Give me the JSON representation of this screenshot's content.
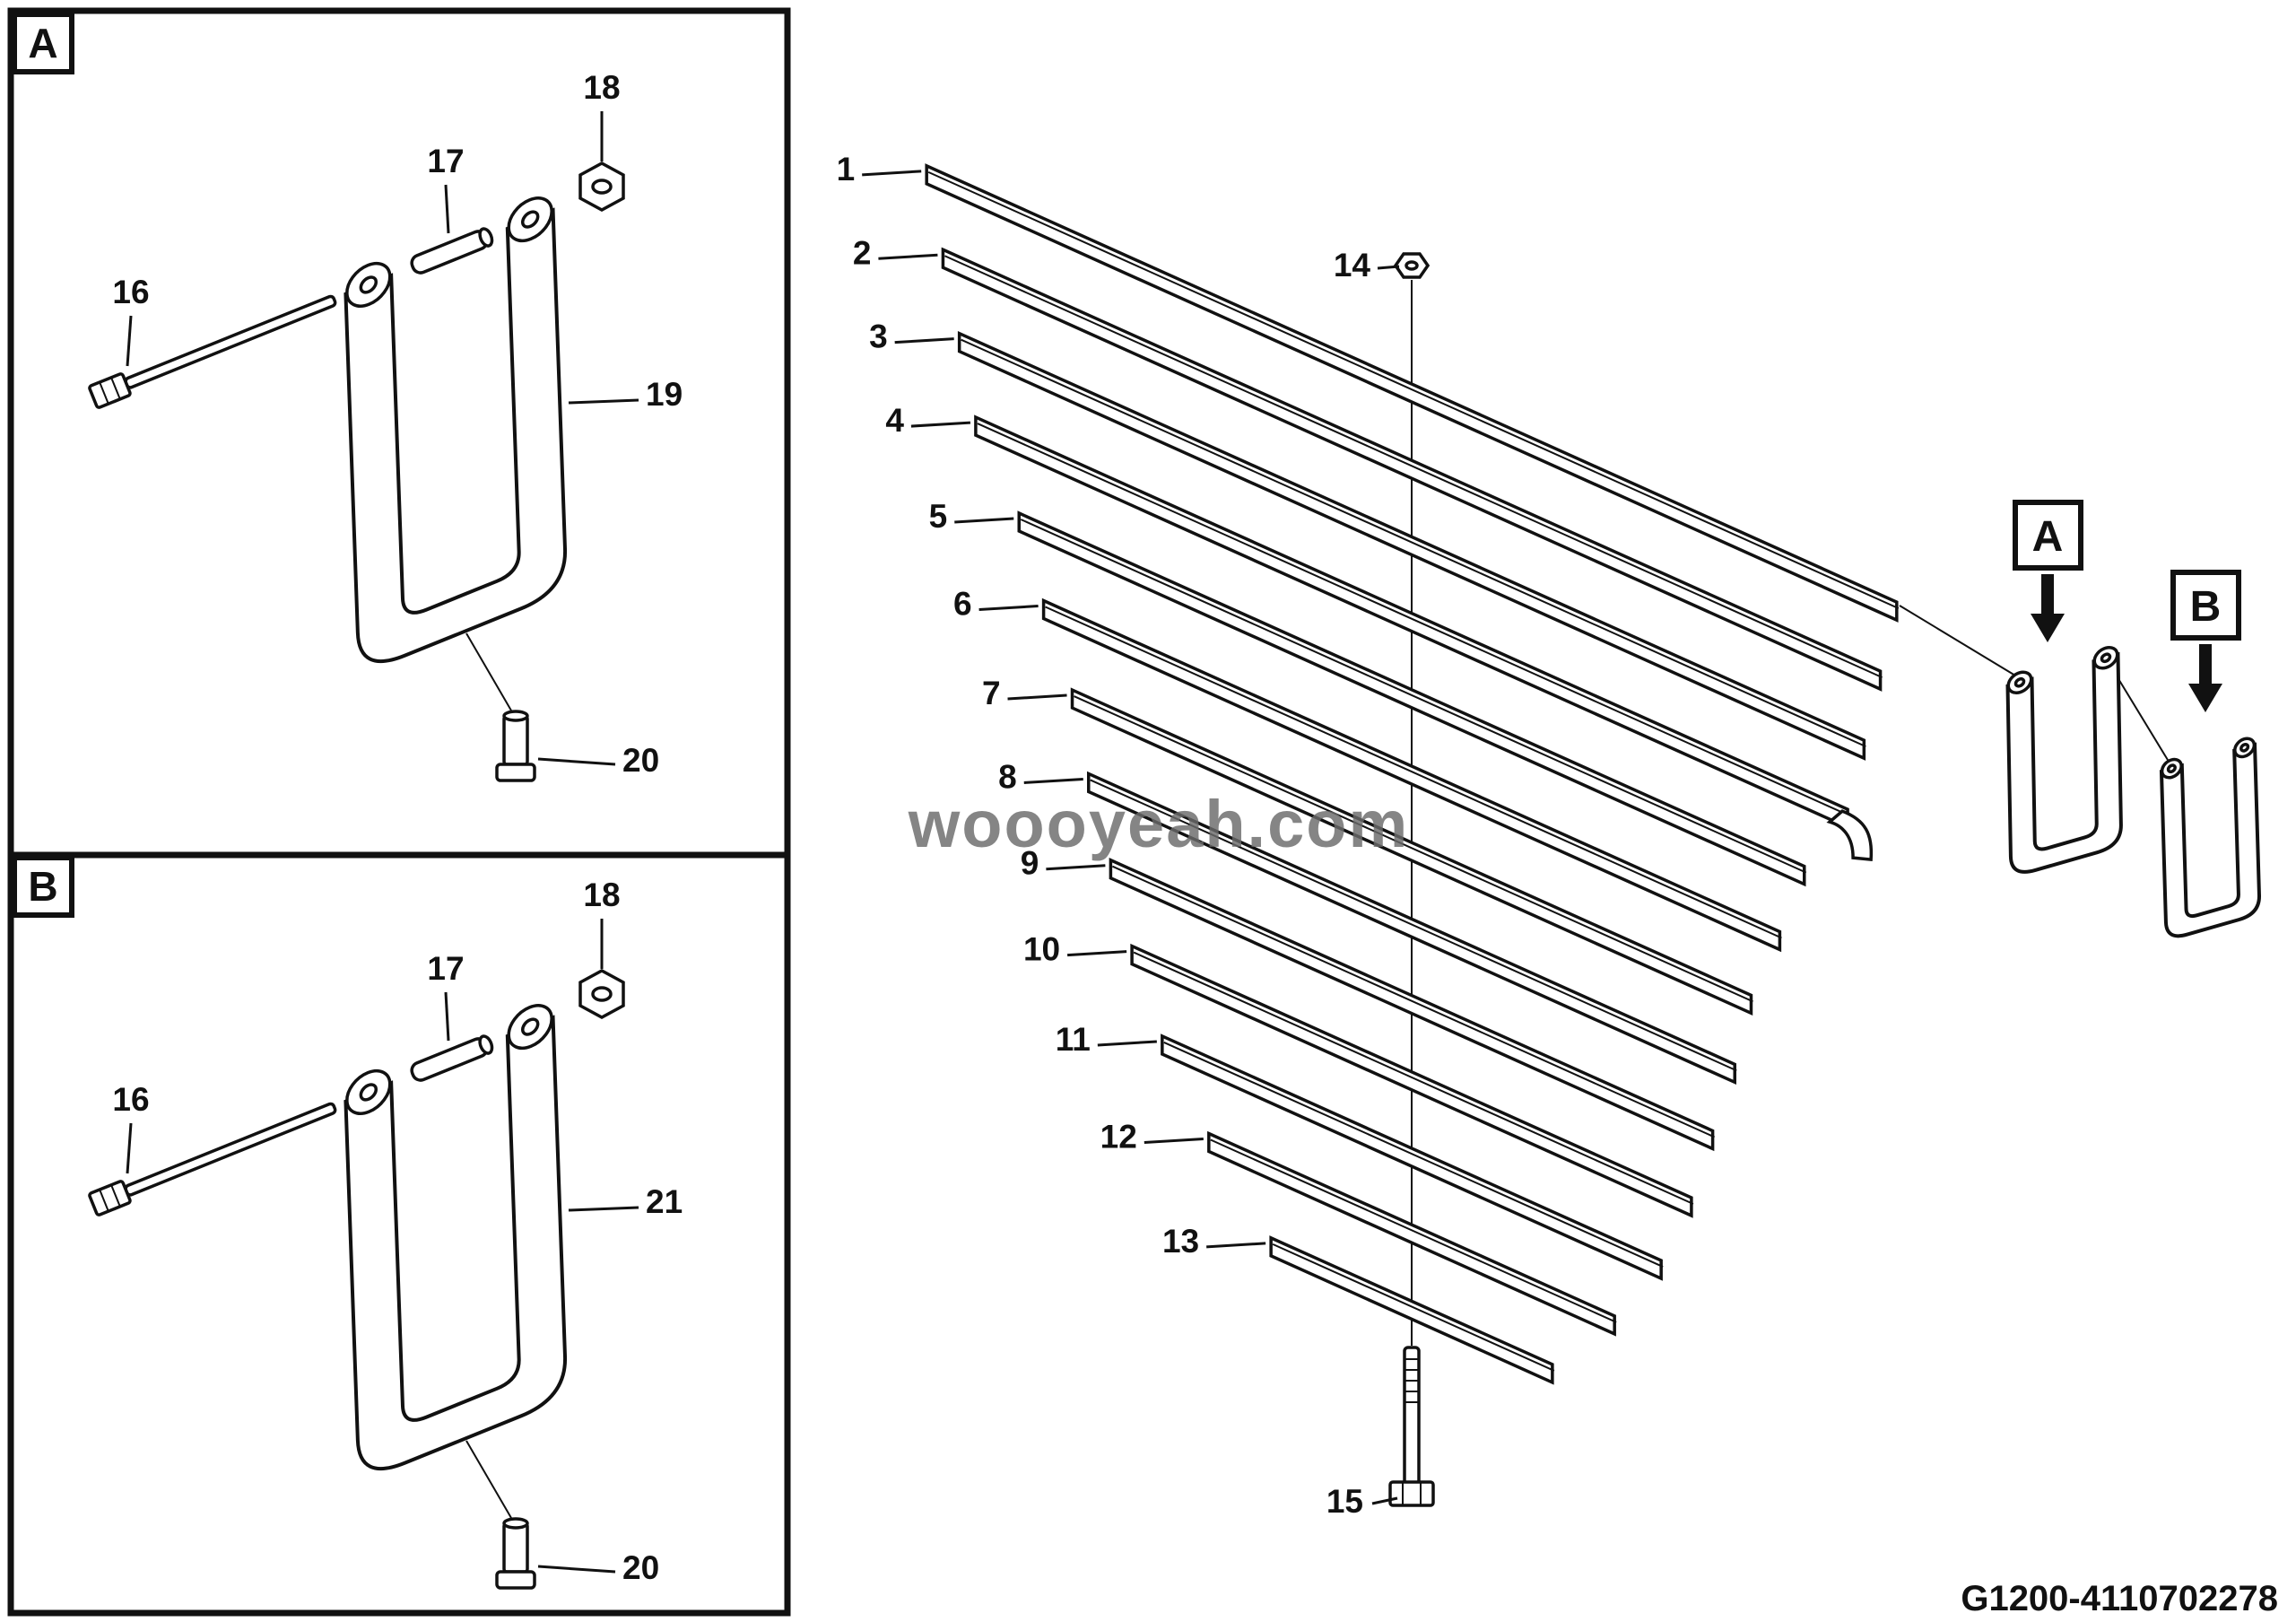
{
  "colors": {
    "line": "#111111",
    "background": "#ffffff",
    "watermark_gray": "#6b6b6b"
  },
  "watermark": "woooyeah.com",
  "doc_number": "G1200-4110702278",
  "panels": {
    "a": {
      "letter": "A",
      "labels": {
        "bolt": "16",
        "spacer": "17",
        "nut": "18",
        "bracket": "19",
        "pin": "20"
      }
    },
    "b": {
      "letter": "B",
      "labels": {
        "bolt": "16",
        "spacer": "17",
        "nut": "18",
        "bracket": "21",
        "pin": "20"
      }
    }
  },
  "main": {
    "leaf_labels": [
      "1",
      "2",
      "3",
      "4",
      "5",
      "6",
      "7",
      "8",
      "9",
      "10",
      "11",
      "12",
      "13"
    ],
    "nut_label": "14",
    "bolt_label": "15",
    "callouts": [
      {
        "letter": "A"
      },
      {
        "letter": "B"
      }
    ]
  }
}
